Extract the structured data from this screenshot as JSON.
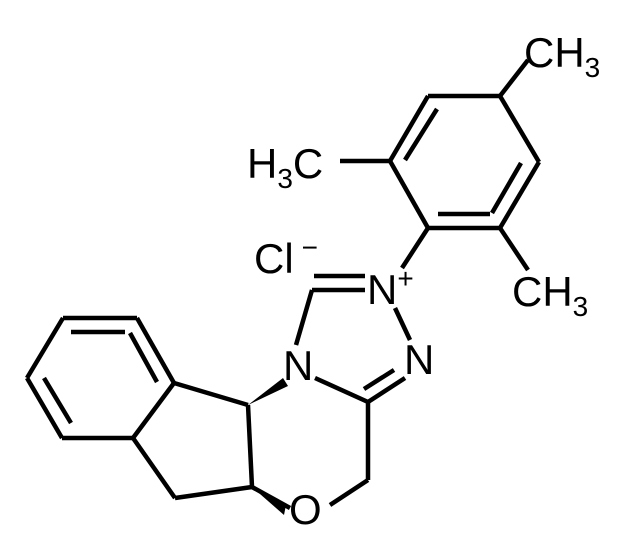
{
  "molecule": {
    "atom_labels": {
      "ch3_top": {
        "main": "CH",
        "sub": "3"
      },
      "h3c_left": {
        "main": "H",
        "sub": "3",
        "tail": "C"
      },
      "ch3_right": {
        "main": "CH",
        "sub": "3"
      },
      "cl": {
        "main": "Cl",
        "charge": "−"
      },
      "n_plus": {
        "main": "N",
        "charge": "+"
      },
      "n_lower": {
        "main": "N"
      },
      "n_ring": {
        "main": "N"
      },
      "o_ring": {
        "main": "O"
      }
    },
    "colors": {
      "ink": "#000000",
      "background": "#ffffff"
    }
  }
}
